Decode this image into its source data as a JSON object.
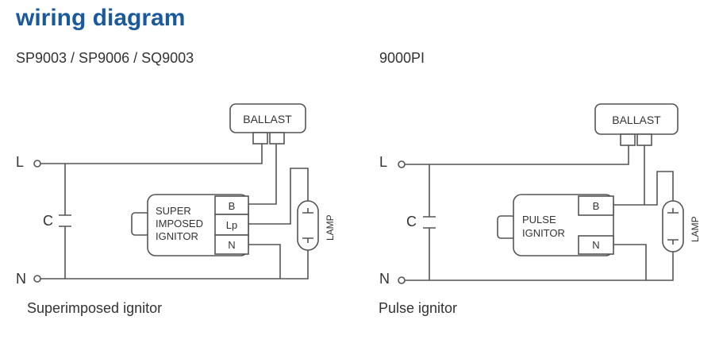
{
  "title": "wiring diagram",
  "colors": {
    "title": "#1a5a9c",
    "text": "#333333",
    "lines": "#555555"
  },
  "diagrams": [
    {
      "model": "SP9003 / SP9006 / SQ9003",
      "caption": "Superimposed ignitor",
      "ballast": "BALLAST",
      "line_label": "L",
      "neutral_label": "N",
      "capacitor_label": "C",
      "ignitor_lines": [
        "SUPER",
        "IMPOSED",
        "IGNITOR"
      ],
      "terminals": [
        "B",
        "Lp",
        "N"
      ],
      "lamp": "LAMP"
    },
    {
      "model": "9000PI",
      "caption": "Pulse ignitor",
      "ballast": "BALLAST",
      "line_label": "L",
      "neutral_label": "N",
      "capacitor_label": "C",
      "ignitor_lines": [
        "PULSE",
        "IGNITOR"
      ],
      "terminals": [
        "B",
        "N"
      ],
      "lamp": "LAMP"
    }
  ]
}
